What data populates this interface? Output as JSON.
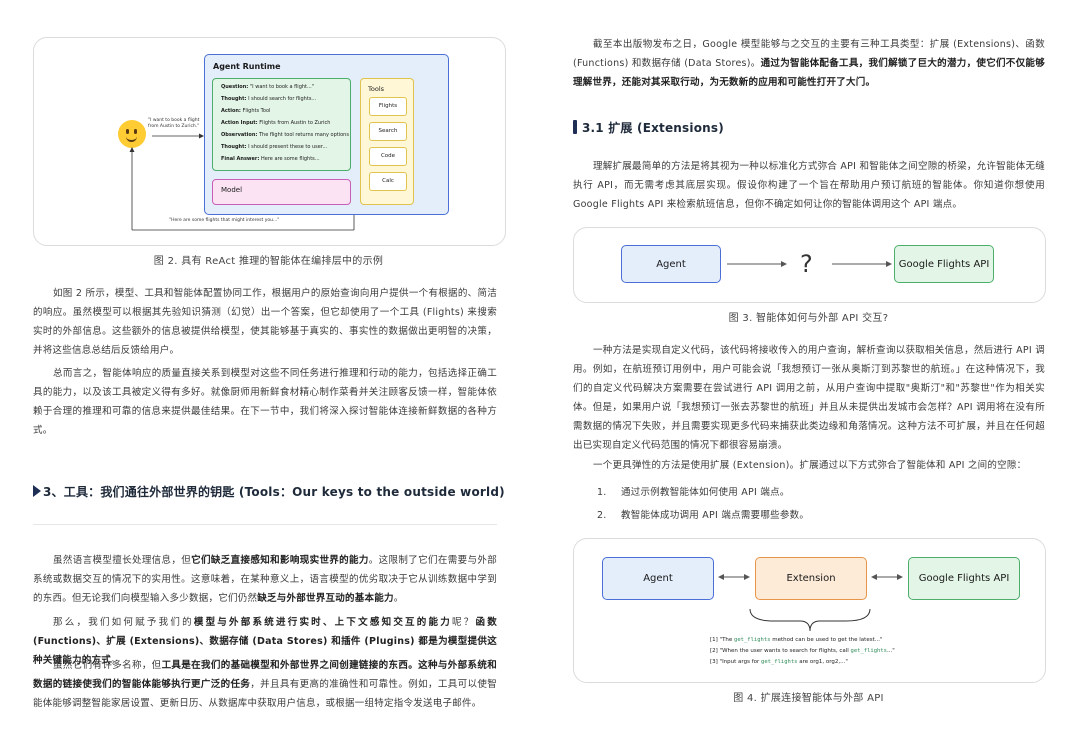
{
  "left": {
    "figure2": {
      "runtime_title": "Agent Runtime",
      "trace": [
        {
          "k": "Question:",
          "v": "\"I want to book a flight...\""
        },
        {
          "k": "Thought:",
          "v": "I should search for flights..."
        },
        {
          "k": "Action:",
          "v": "Flights Tool"
        },
        {
          "k": "Action Input:",
          "v": "Flights from Austin to Zurich"
        },
        {
          "k": "Observation:",
          "v": "The flight tool returns many options"
        },
        {
          "k": "Thought:",
          "v": "I should present these to user..."
        },
        {
          "k": "Final Answer:",
          "v": "Here are some flights..."
        }
      ],
      "model_label": "Model",
      "tools_title": "Tools",
      "tools": [
        "Flights",
        "Search",
        "Code",
        "Calc"
      ],
      "user_query": "\"I want to book a flight from Austin to Zurich.\"",
      "user_reply": "\"Here are some flights that might interest you...\"",
      "caption": "图 2. 具有 ReAct 推理的智能体在编排层中的示例"
    },
    "para1": "如图 2 所示，模型、工具和智能体配置协同工作，根据用户的原始查询向用户提供一个有根据的、简洁的响应。虽然模型可以根据其先验知识猜测（幻觉）出一个答案，但它却使用了一个工具 (Flights) 来搜索实时的外部信息。这些额外的信息被提供给模型，使其能够基于真实的、事实性的数据做出更明智的决策，并将这些信息总结后反馈给用户。",
    "para2": "总而言之，智能体响应的质量直接关系到模型对这些不同任务进行推理和行动的能力，包括选择正确工具的能力，以及该工具被定义得有多好。就像厨师用新鲜食材精心制作菜肴并关注顾客反馈一样，智能体依赖于合理的推理和可靠的信息来提供最佳结果。在下一节中，我们将深入探讨智能体连接新鲜数据的各种方式。",
    "heading3": "3、工具：我们通往外部世界的钥匙 (Tools：Our keys to the outside world)",
    "para3_a": "虽然语言模型擅长处理信息，但",
    "para3_b": "它们缺乏直接感知和影响现实世界的能力",
    "para3_c": "。这限制了它们在需要与外部系统或数据交互的情况下的实用性。这意味着，在某种意义上，语言模型的优劣取决于它从训练数据中学到的东西。但无论我们向模型输入多少数据，它们仍然",
    "para3_d": "缺乏与外部世界互动的基本能力",
    "para3_e": "。",
    "para4_a": "那么，我们如何赋予我们的",
    "para4_b": "模型与外部系统进行实时、上下文感知交互的能力",
    "para4_c": "呢？",
    "para4_d": "函数 (Functions)、扩展 (Extensions)、数据存储 (Data Stores) 和插件 (Plugins) 都是为模型提供这种关键能力的方式",
    "para4_e": "。",
    "para5_a": "虽然它们有许多名称，但",
    "para5_b": "工具是在我们的基础模型和外部世界之间创建链接的东西。这种与外部系统和数据的链接使我们的智能体能够执行更广泛的任务",
    "para5_c": "，并且具有更高的准确性和可靠性。例如，工具可以使智能体能够调整智能家居设置、更新日历、从数据库中获取用户信息，或根据一组特定指令发送电子邮件。"
  },
  "right": {
    "para1_a": "截至本出版物发布之日，Google 模型能够与之交互的主要有三种工具类型：扩展 (Extensions)、函数 (Functions) 和数据存储 (Data Stores)。",
    "para1_b": "通过为智能体配备工具，我们解锁了巨大的潜力，使它们不仅能够理解世界，还能对其采取行动，为无数新的应用和可能性打开了大门。",
    "heading31": "3.1 扩展 (Extensions)",
    "para2": "理解扩展最简单的方法是将其视为一种以标准化方式弥合 API 和智能体之间空隙的桥梁，允许智能体无缝执行 API，而无需考虑其底层实现。假设你构建了一个旨在帮助用户预订航班的智能体。你知道你想使用 Google Flights API 来检索航班信息，但你不确定如何让你的智能体调用这个 API 端点。",
    "figure3": {
      "agent": "Agent",
      "question": "?",
      "target": "Google Flights API",
      "caption": "图 3. 智能体如何与外部 API 交互?"
    },
    "para3": "一种方法是实现自定义代码，该代码将接收传入的用户查询，解析查询以获取相关信息，然后进行 API 调用。例如，在航班预订用例中，用户可能会说「我想预订一张从奥斯汀到苏黎世的航班。」在这种情况下，我们的自定义代码解决方案需要在尝试进行 API 调用之前，从用户查询中提取\"奥斯汀\"和\"苏黎世\"作为相关实体。但是，如果用户说「我想预订一张去苏黎世的航班」并且从未提供出发城市会怎样？API 调用将在没有所需数据的情况下失败，并且需要实现更多代码来捕获此类边缘和角落情况。这种方法不可扩展，并且在任何超出已实现自定义代码范围的情况下都很容易崩溃。",
    "para4": "一个更具弹性的方法是使用扩展 (Extension)。扩展通过以下方式弥合了智能体和 API 之间的空隙：",
    "list": [
      {
        "n": "1.",
        "t": "通过示例教智能体如何使用 API 端点。"
      },
      {
        "n": "2.",
        "t": "教智能体成功调用 API 端点需要哪些参数。"
      }
    ],
    "figure4": {
      "agent": "Agent",
      "extension": "Extension",
      "target": "Google Flights API",
      "notes": [
        {
          "pre": "[1] \"The ",
          "code": "get_flights",
          "post": " method can be used to get the latest...\""
        },
        {
          "pre": "[2] \"When the user wants to search for flights, call ",
          "code": "get_flights",
          "post": "...\""
        },
        {
          "pre": "[3] \"Input args for ",
          "code": "get_flights",
          "post": " are org1, org2,...\""
        }
      ],
      "caption": "图 4. 扩展连接智能体与外部 API"
    }
  }
}
